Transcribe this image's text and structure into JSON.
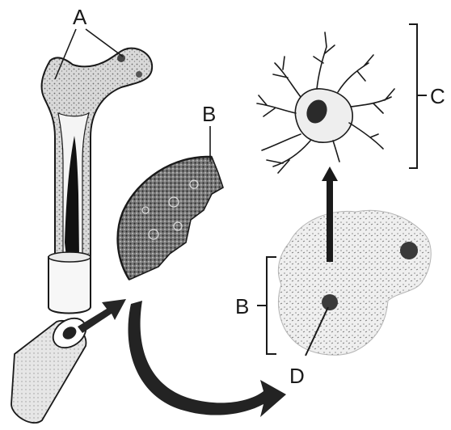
{
  "labels": {
    "a": "A",
    "b_top": "B",
    "b_left": "B",
    "c": "C",
    "d": "D"
  },
  "colors": {
    "ink": "#1a1a1a",
    "stipple_light": "#cfcfcf",
    "stipple_dark": "#5a5a5a",
    "paper": "#ffffff"
  }
}
